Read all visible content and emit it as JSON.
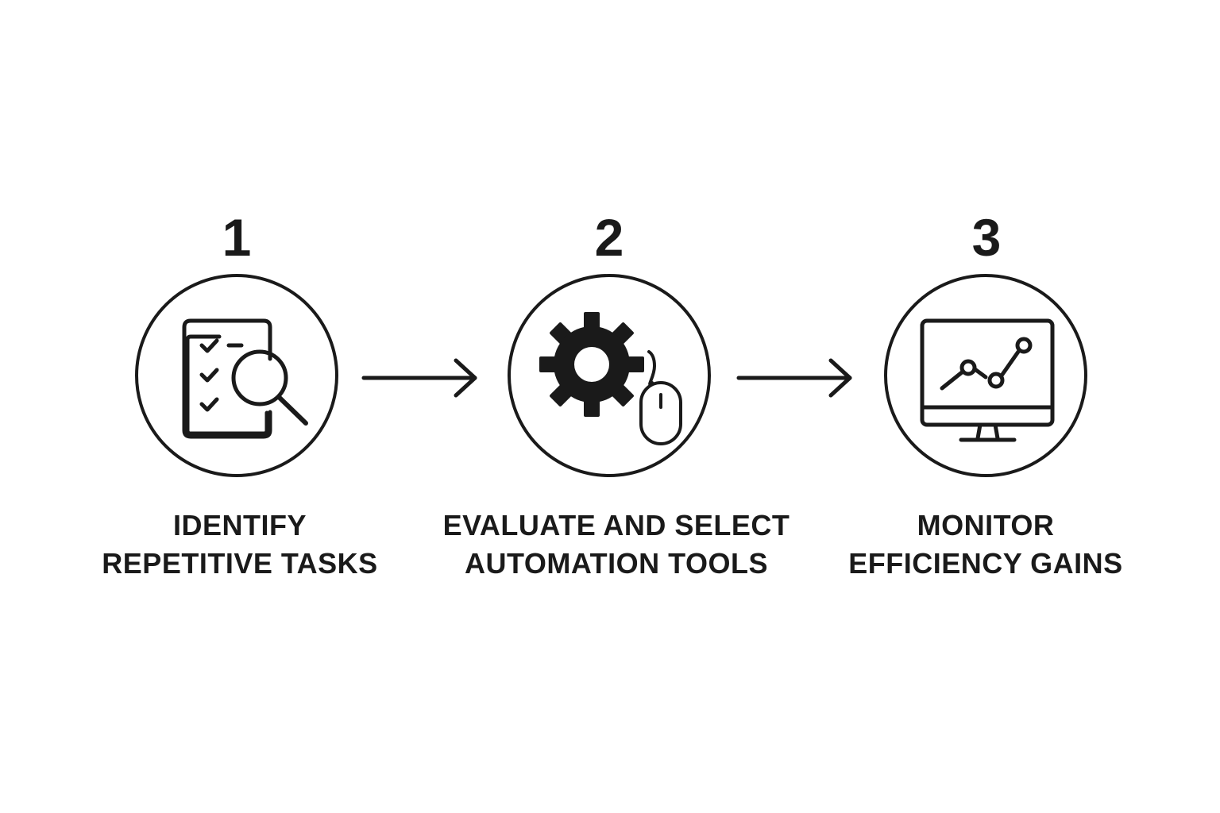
{
  "steps": [
    {
      "number": "1",
      "label_line1": "IDENTIFY",
      "label_line2": "REPETITIVE TASKS",
      "icon": "checklist-magnifier-icon"
    },
    {
      "number": "2",
      "label_line1": "EVALUATE AND SELECT",
      "label_line2": "AUTOMATION TOOLS",
      "icon": "gear-mouse-icon"
    },
    {
      "number": "3",
      "label_line1": "MONITOR",
      "label_line2": "EFFICIENCY GAINS",
      "icon": "monitor-chart-icon"
    }
  ],
  "colors": {
    "stroke": "#1a1a1a",
    "background": "#ffffff"
  }
}
